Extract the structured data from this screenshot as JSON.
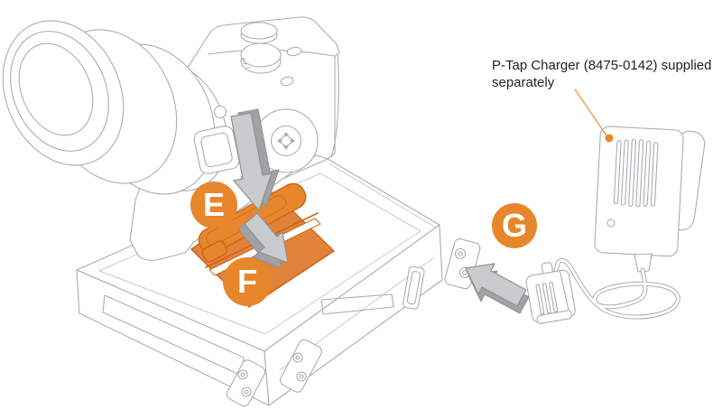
{
  "figure": {
    "annotation": {
      "label": "P-Tap Charger (8475-0142) supplied separately"
    },
    "callouts": [
      {
        "label": "E"
      },
      {
        "label": "F"
      },
      {
        "label": "G"
      }
    ],
    "colors": {
      "accent_orange": "#E8862C",
      "orange_outline": "#C8671B",
      "line_gray": "#A9AEB1",
      "arrow_fill": "#C9CBCD",
      "arrow_side": "#A0A2A4",
      "arrow_outline": "#8E9093",
      "leader_line": "#F2A35E",
      "text": "#231F20",
      "background": "#FFFFFF"
    }
  }
}
